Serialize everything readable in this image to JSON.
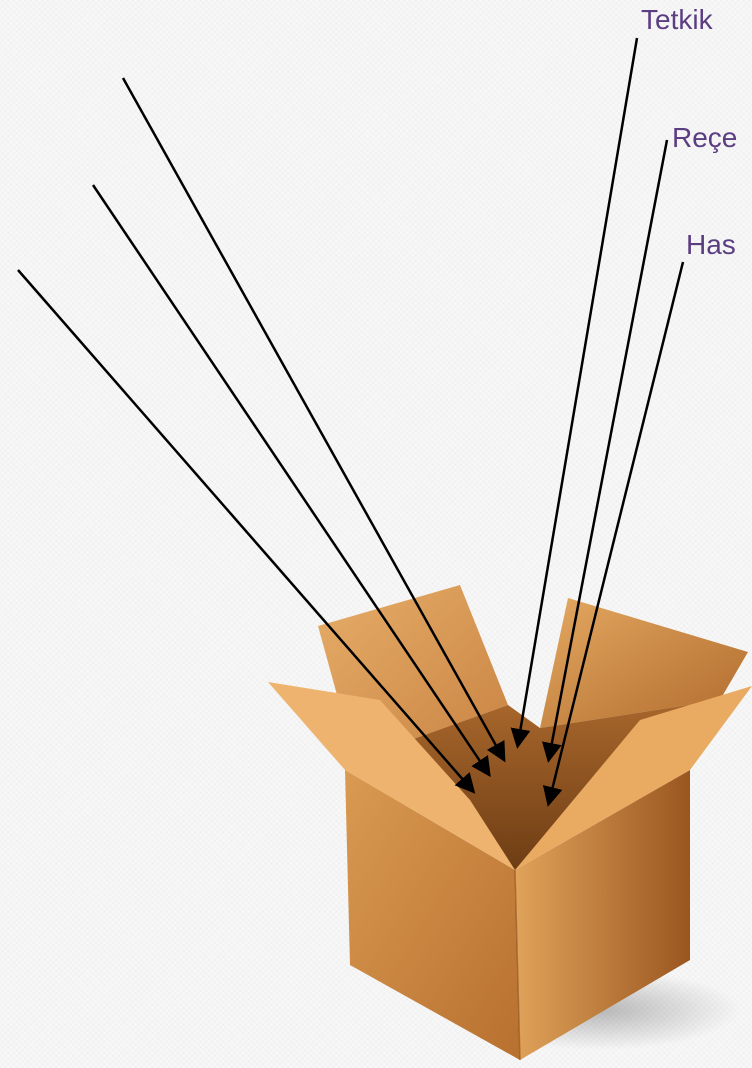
{
  "labels": [
    "Tetkik",
    "Reçe",
    "Has"
  ],
  "colors": {
    "label_text": "#5b3d82",
    "arrow": "#000000",
    "box_light": "#e8a85c",
    "box_mid": "#d28b44",
    "box_dark": "#a45f24",
    "box_inner": "#8a4e1c"
  },
  "icons": [
    "open-cardboard-box"
  ]
}
